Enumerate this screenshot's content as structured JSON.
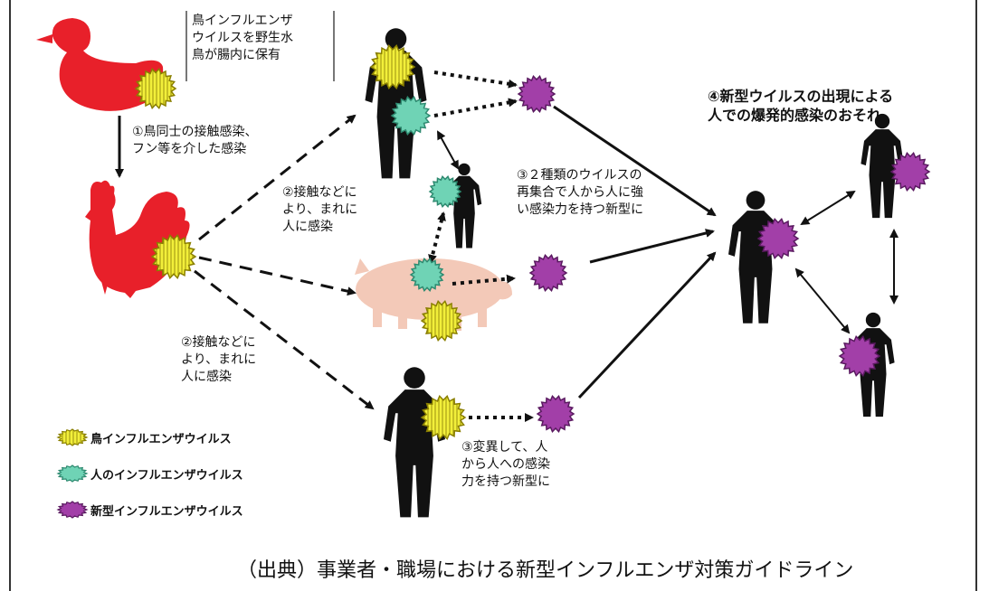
{
  "colors": {
    "bird_flu_virus": "#f2ef3a",
    "human_flu_virus": "#6fd3b5",
    "novel_flu_virus": "#a23fa8",
    "bird": "#e8202a",
    "person": "#111111",
    "pig": "#f3c9b8"
  },
  "icons": {
    "duck": "duck-icon",
    "rooster": "rooster-icon",
    "pig": "pig-icon",
    "person": "person-silhouette-icon",
    "virus": "virus-icon"
  },
  "labels": {
    "duck_note": "鳥インフルエンザ\nウイルスを野生水\n鳥が腸内に保有",
    "bird_to_bird": "①鳥同士の接触感染、\nフン等を介した感染",
    "contact_top": "②接触などに\nより、まれに\n人に感染",
    "contact_bottom": "②接触などに\nより、まれに\n人に感染",
    "reassortment": "③２種類のウイルスの\n再集合で人から人に強\nい感染力を持つ新型に",
    "mutation": "③変異して、人\nから人への感染\n力を持つ新型に",
    "pandemic": "④新型ウイルスの出現による\n人での爆発的感染のおそれ"
  },
  "legend": [
    {
      "label": "鳥インフルエンザウイルス",
      "kind": "bird"
    },
    {
      "label": "人のインフルエンザウイルス",
      "kind": "human"
    },
    {
      "label": "新型インフルエンザウイルス",
      "kind": "novel"
    }
  ],
  "source": "（出典）事業者・職場における新型インフルエンザ対策ガイドライン"
}
